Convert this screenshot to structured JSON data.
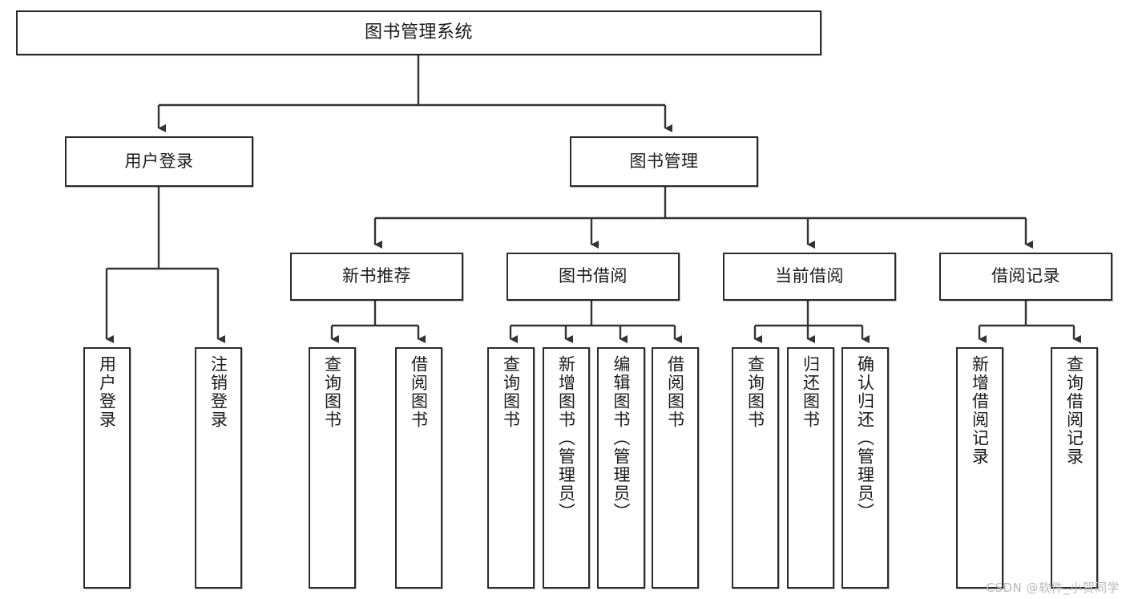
{
  "diagram": {
    "title": "图书管理系统",
    "type": "tree-hierarchy",
    "watermark": "CSDN @软件_小贺同学",
    "colors": {
      "box_border": "#2b2b2b",
      "box_fill": "#ffffff",
      "connector": "#333333",
      "text": "#1a1a1a",
      "watermark": "#b9b9b9",
      "background": "#ffffff"
    },
    "nodes": {
      "root": {
        "label": "图书管理系统"
      },
      "level2": [
        {
          "label": "用户登录"
        },
        {
          "label": "图书管理"
        }
      ],
      "level3": [
        {
          "label": "新书推荐"
        },
        {
          "label": "图书借阅"
        },
        {
          "label": "当前借阅"
        },
        {
          "label": "借阅记录"
        }
      ],
      "leaves": {
        "user_login": [
          {
            "label": "用户登录"
          },
          {
            "label": "注销登录"
          }
        ],
        "new_book_recommend": [
          {
            "label": "查询图书"
          },
          {
            "label": "借阅图书"
          }
        ],
        "book_borrow": [
          {
            "label": "查询图书"
          },
          {
            "label": "新增图书（管理员）"
          },
          {
            "label": "编辑图书（管理员）"
          },
          {
            "label": "借阅图书"
          }
        ],
        "current_borrow": [
          {
            "label": "查询图书"
          },
          {
            "label": "归还图书"
          },
          {
            "label": "确认归还（管理员）"
          }
        ],
        "borrow_record": [
          {
            "label": "新增借阅记录"
          },
          {
            "label": "查询借阅记录"
          }
        ]
      }
    }
  }
}
